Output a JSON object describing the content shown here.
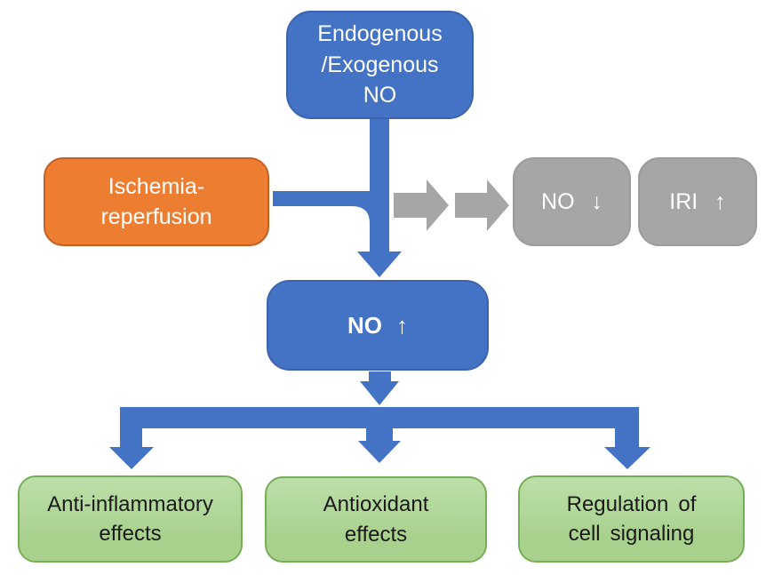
{
  "colors": {
    "blue": "#4472C4",
    "blue_border": "#3D63AE",
    "orange": "#ED7D31",
    "orange_border": "#C55F26",
    "gray": "#A6A6A6",
    "gray_border": "#9B9B9B",
    "green": "#A9D18E",
    "green_border": "#76AE55",
    "text_light": "#FFFFFF",
    "text_dark": "#1A1A1A",
    "background": "#FFFFFF"
  },
  "nodes": {
    "endogenous_exogenous_no": {
      "label": "Endogenous\n/Exogenous\nNO"
    },
    "ischemia_reperfusion": {
      "label": "Ischemia-\nreperfusion"
    },
    "no_decrease": {
      "label": "NO ↓"
    },
    "iri_increase": {
      "label": "IRI ↑"
    },
    "no_increase": {
      "text": "NO",
      "arrow": "↑"
    },
    "anti_inflammatory": {
      "label": "Anti-inflammatory\neffects"
    },
    "antioxidant": {
      "label": "Antioxidant\neffects"
    },
    "cell_signaling": {
      "label": "Regulation of\ncell signaling"
    }
  },
  "connections": [
    {
      "from": "endogenous_exogenous_no",
      "to": "no_increase",
      "style": "blue-solid-arrow",
      "merges_with": "ischemia_reperfusion"
    },
    {
      "from": "ischemia_reperfusion",
      "to": "no_increase",
      "style": "blue-solid-arrow"
    },
    {
      "from": "ischemia_reperfusion",
      "to": "no_decrease",
      "style": "gray-double-arrow"
    },
    {
      "from": "no_decrease",
      "to": "iri_increase",
      "style": "adjacent"
    },
    {
      "from": "no_increase",
      "to": "anti_inflammatory",
      "style": "blue-branch-arrow"
    },
    {
      "from": "no_increase",
      "to": "antioxidant",
      "style": "blue-branch-arrow"
    },
    {
      "from": "no_increase",
      "to": "cell_signaling",
      "style": "blue-branch-arrow"
    }
  ]
}
